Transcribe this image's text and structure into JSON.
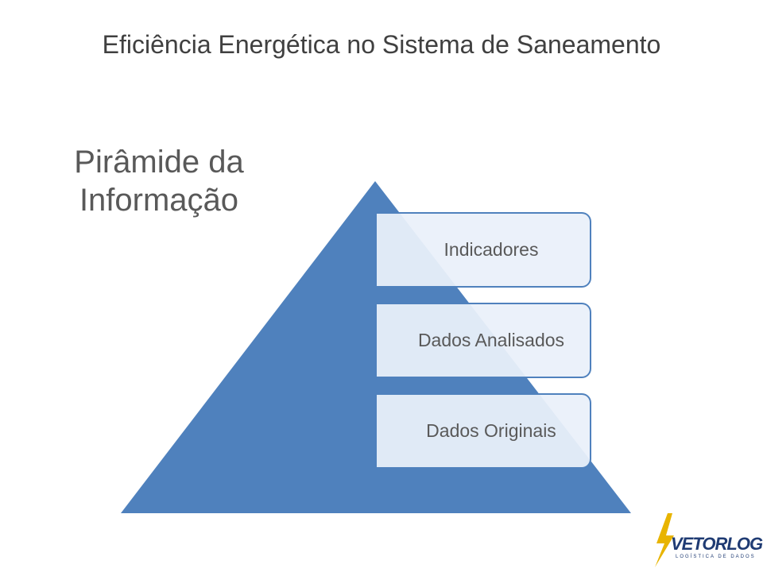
{
  "header": {
    "title": "Eficiência Energética no Sistema de Saneamento"
  },
  "diagram": {
    "heading": "Pirâmide da Informação",
    "levels": [
      {
        "label": "Indicadores"
      },
      {
        "label": "Dados Analisados"
      },
      {
        "label": "Dados Originais"
      }
    ],
    "colors": {
      "pyramid_fill": "#4f81bd",
      "box_border": "#4f81bd",
      "box_fill": "#eaf0fa",
      "text": "#595959"
    }
  },
  "logo": {
    "word": "VETORLOG",
    "tagline": "LOGÍSTICA DE DADOS",
    "icon": "lightning-bolt-icon",
    "colors": {
      "primary": "#1f3b73",
      "accent": "#e8b400"
    }
  }
}
